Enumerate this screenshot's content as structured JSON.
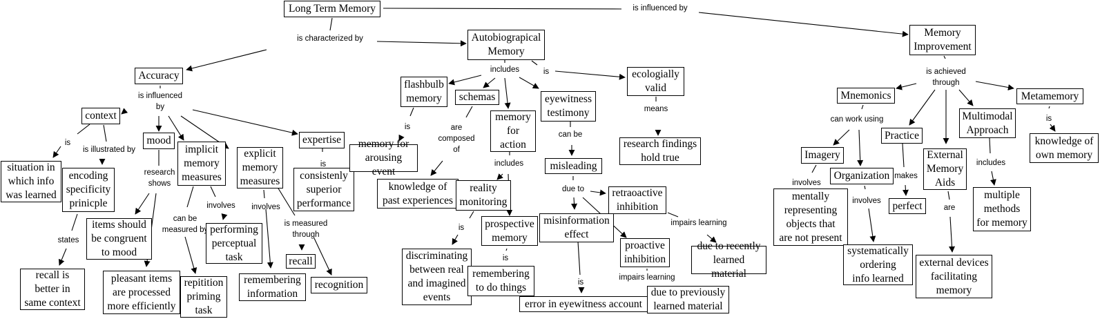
{
  "title": "Long Term Memory",
  "colors": {
    "line": "#000000",
    "node_border": "#000000",
    "background": "#ffffff"
  },
  "nodes": {
    "ltm": "Long Term Memory",
    "accuracy": "Accuracy",
    "autobio": "Autobiograpical\nMemory",
    "memimp": "Memory\nImprovement",
    "context": "context",
    "mood": "mood",
    "implicit": "implicit\nmemory\nmeasures",
    "explicit": "explicit\nmemory\nmeasures",
    "expertise": "expertise",
    "situation": "situation in\nwhich info\nwas learned",
    "encoding": "encoding\nspecificity\nprinicple",
    "recall_better": "recall is\nbetter in\nsame context",
    "congruent": "items should\nbe congruent\nto mood",
    "pleasant": "pleasant items\nare processed\nmore efficiently",
    "repitition": "repitition\npriming\ntask",
    "perceptual": "performing\nperceptual\ntask",
    "remembering_info": "remembering\ninformation",
    "recall": "recall",
    "recognition": "recognition",
    "consistently": "consistenly\nsuperior\nperformance",
    "flashbulb": "flashbulb\nmemory",
    "schemas": "schemas",
    "mem_action": "memory\nfor\naction",
    "eyewitness": "eyewitness\ntestimony",
    "ecological": "ecologially\nvalid",
    "arousing": "memory for\narousing event",
    "knowledge_past": "knowledge of\npast experiences",
    "reality": "reality\nmonitoring",
    "prospective": "prospective\nmemory",
    "discriminating": "discriminating\nbetween real\nand imagined\nevents",
    "remember_do": "remembering\nto do things",
    "misleading": "misleading",
    "research": "research findings\nhold true",
    "retro": "retraoactive\ninhibition",
    "misinfo": "misinformation\neffect",
    "proactive": "proactive\ninhibition",
    "recent_material": "due to recently\nlearned material",
    "previous_material": "due to previously\nlearned material",
    "error_eyewitness": "error in eyewitness account",
    "mnemonics": "Mnemonics",
    "practice": "Practice",
    "external_aids": "External\nMemory\nAids",
    "multimodal": "Multimodal\nApproach",
    "metamemory": "Metamemory",
    "imagery": "Imagery",
    "organization": "Organization",
    "perfect": "perfect",
    "mentally": "mentally\nrepresenting\nobjects that\nare not present",
    "systematically": "systematically\nordering\ninfo learned",
    "external_devices": "external devices\nfacilitating\nmemory",
    "multiple_methods": "multiple\nmethods\nfor memory",
    "own_memory": "knowledge of\nown memory"
  },
  "labels": {
    "characterized": "is characterized by",
    "influenced_top": "is influenced by",
    "acc_influenced": "is influenced\nby",
    "context_is": "is",
    "illustrated": "is illustrated by",
    "states": "states",
    "research_shows": "research\nshows",
    "can_be_measured": "can be\nmeasured by",
    "implicit_involves": "involves",
    "explicit_involves": "involves",
    "measured_through": "is measured\nthrough",
    "expertise_is": "is",
    "includes": "includes",
    "autobio_is": "is",
    "flashbulb_is": "is",
    "composed": "are\ncomposed\nof",
    "action_includes": "includes",
    "can_be": "can be",
    "means": "means",
    "reality_is": "is",
    "prospective_is": "is",
    "due_to": "due to",
    "impairs_retro": "impairs learning",
    "impairs_pro": "impairs learning",
    "misinfo_is": "is",
    "achieved": "is achieved\nthrough",
    "work_using": "can work using",
    "imagery_involves": "involves",
    "org_involves": "involves",
    "makes": "makes",
    "are": "are",
    "mm_includes": "includes",
    "meta_is": "is"
  }
}
